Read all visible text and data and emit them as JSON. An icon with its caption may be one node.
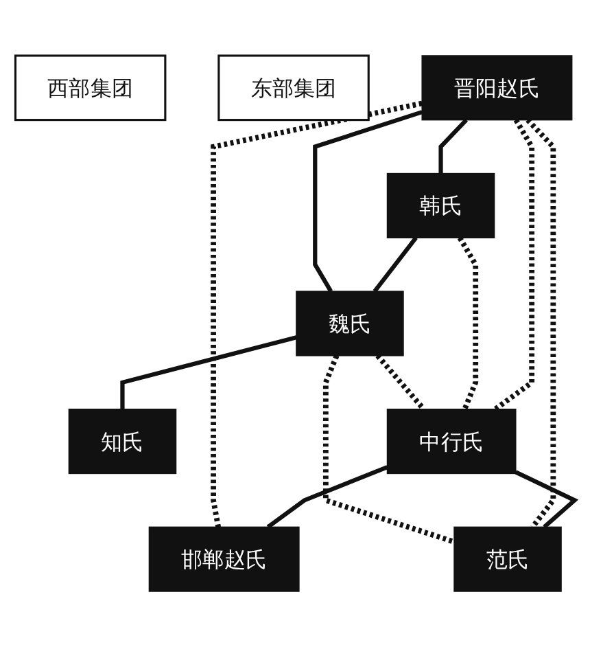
{
  "diagram": {
    "nodes": [
      {
        "text": [
          "西部集团"
        ]
      },
      {
        "text": [
          "东部集团"
        ]
      },
      {
        "text": [
          "晋阳赵氏"
        ]
      },
      {
        "text": [
          "韩氏"
        ]
      },
      {
        "text": [
          "魏氏"
        ]
      },
      {
        "text": [
          "知氏"
        ]
      },
      {
        "text": [
          "中行氏"
        ]
      },
      {
        "text": [
          "邯郸赵氏"
        ]
      },
      {
        "text": [
          "范氏"
        ]
      }
    ],
    "edges": [
      {
        "from": 2,
        "to": 3,
        "arrow": "none"
      },
      {
        "from": 3,
        "to": 4,
        "arrow": "none"
      },
      {
        "from": 4,
        "to": 5,
        "arrow": "none"
      },
      {
        "from": 2,
        "to": 4,
        "arrow": "none"
      },
      {
        "from": 6,
        "to": 7,
        "arrow": "none"
      },
      {
        "from": 6,
        "to": 8,
        "arrow": "none"
      },
      {
        "from": 2,
        "to": 6,
        "arrow": "none",
        "style": "dashed"
      },
      {
        "from": 2,
        "to": 7,
        "arrow": "none",
        "style": "dashed"
      },
      {
        "from": 2,
        "to": 8,
        "arrow": "none",
        "style": "dashed"
      },
      {
        "from": 3,
        "to": 6,
        "arrow": "none",
        "style": "dashed"
      },
      {
        "from": 4,
        "to": 6,
        "arrow": "none",
        "style": "dashed"
      },
      {
        "from": 4,
        "to": 8,
        "arrow": "none",
        "style": "dashed"
      }
    ]
  }
}
